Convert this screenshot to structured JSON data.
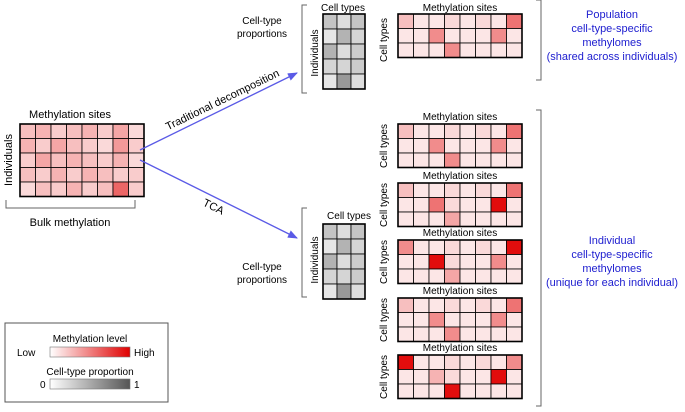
{
  "bulk": {
    "top_label": "Methylation sites",
    "side_label": "Individuals",
    "bottom_label": "Bulk methylation",
    "cells": [
      [
        0.25,
        0.3,
        0.2,
        0.25,
        0.3,
        0.2,
        0.35,
        0.15
      ],
      [
        0.3,
        0.2,
        0.35,
        0.25,
        0.2,
        0.15,
        0.4,
        0.2
      ],
      [
        0.2,
        0.35,
        0.25,
        0.3,
        0.25,
        0.2,
        0.3,
        0.15
      ],
      [
        0.25,
        0.2,
        0.3,
        0.2,
        0.3,
        0.25,
        0.2,
        0.2
      ],
      [
        0.15,
        0.25,
        0.2,
        0.3,
        0.2,
        0.25,
        0.6,
        0.2
      ]
    ]
  },
  "arrows": {
    "traditional": "Traditional decomposition",
    "tca": "TCA"
  },
  "proportions_top": {
    "title": "Cell-type\nproportions",
    "header": "Cell types",
    "side_label": "Individuals",
    "cells": [
      [
        0.35,
        0.2,
        0.35
      ],
      [
        0.15,
        0.45,
        0.25
      ],
      [
        0.45,
        0.2,
        0.3
      ],
      [
        0.25,
        0.25,
        0.3
      ],
      [
        0.15,
        0.6,
        0.2
      ]
    ]
  },
  "proportions_bottom": {
    "title": "Cell-type\nproportions",
    "header": "Cell types",
    "side_label": "Individuals",
    "cells": [
      [
        0.35,
        0.2,
        0.35
      ],
      [
        0.15,
        0.45,
        0.25
      ],
      [
        0.45,
        0.2,
        0.3
      ],
      [
        0.25,
        0.25,
        0.3
      ],
      [
        0.15,
        0.6,
        0.2
      ]
    ]
  },
  "population_methylome": {
    "top_label": "Methylation sites",
    "side_label": "Cell types",
    "caption": "Population\ncell-type-specific\nmethylomes\n(shared across individuals)",
    "cells": [
      [
        0.25,
        0.1,
        0.1,
        0.15,
        0.1,
        0.15,
        0.1,
        0.55
      ],
      [
        0.1,
        0.1,
        0.45,
        0.1,
        0.1,
        0.1,
        0.45,
        0.1
      ],
      [
        0.1,
        0.1,
        0.1,
        0.45,
        0.1,
        0.1,
        0.1,
        0.1
      ]
    ]
  },
  "individual_methylomes": {
    "top_label": "Methylation sites",
    "side_label": "Cell types",
    "caption": "Individual\ncell-type-specific\nmethylomes\n(unique for each individual)",
    "matrices": [
      [
        [
          0.25,
          0.1,
          0.1,
          0.15,
          0.1,
          0.15,
          0.1,
          0.55
        ],
        [
          0.1,
          0.1,
          0.45,
          0.1,
          0.1,
          0.1,
          0.45,
          0.1
        ],
        [
          0.1,
          0.1,
          0.1,
          0.45,
          0.1,
          0.1,
          0.1,
          0.1
        ]
      ],
      [
        [
          0.25,
          0.1,
          0.1,
          0.15,
          0.1,
          0.15,
          0.1,
          0.55
        ],
        [
          0.1,
          0.1,
          0.55,
          0.15,
          0.1,
          0.1,
          0.95,
          0.1
        ],
        [
          0.1,
          0.1,
          0.1,
          0.35,
          0.1,
          0.1,
          0.1,
          0.1
        ]
      ],
      [
        [
          0.45,
          0.1,
          0.1,
          0.15,
          0.1,
          0.15,
          0.1,
          0.95
        ],
        [
          0.1,
          0.1,
          0.95,
          0.15,
          0.1,
          0.1,
          0.45,
          0.1
        ],
        [
          0.1,
          0.1,
          0.1,
          0.35,
          0.1,
          0.1,
          0.1,
          0.1
        ]
      ],
      [
        [
          0.25,
          0.1,
          0.1,
          0.15,
          0.1,
          0.15,
          0.1,
          0.55
        ],
        [
          0.1,
          0.1,
          0.45,
          0.1,
          0.1,
          0.1,
          0.45,
          0.1
        ],
        [
          0.1,
          0.1,
          0.1,
          0.45,
          0.1,
          0.1,
          0.1,
          0.1
        ]
      ],
      [
        [
          0.95,
          0.1,
          0.1,
          0.15,
          0.1,
          0.15,
          0.1,
          0.45
        ],
        [
          0.1,
          0.1,
          0.3,
          0.15,
          0.1,
          0.1,
          0.95,
          0.1
        ],
        [
          0.1,
          0.1,
          0.1,
          0.95,
          0.1,
          0.1,
          0.1,
          0.1
        ]
      ]
    ]
  },
  "legend": {
    "methylation_title": "Methylation level",
    "low": "Low",
    "high": "High",
    "proportion_title": "Cell-type proportion",
    "zero": "0",
    "one": "1"
  },
  "colors": {
    "red_high": "#e00000",
    "red_low": "#ffffff",
    "gray_high": "#555555",
    "gray_low": "#ffffff",
    "arrow": "#5a5ae6",
    "caption": "#2020d0"
  }
}
